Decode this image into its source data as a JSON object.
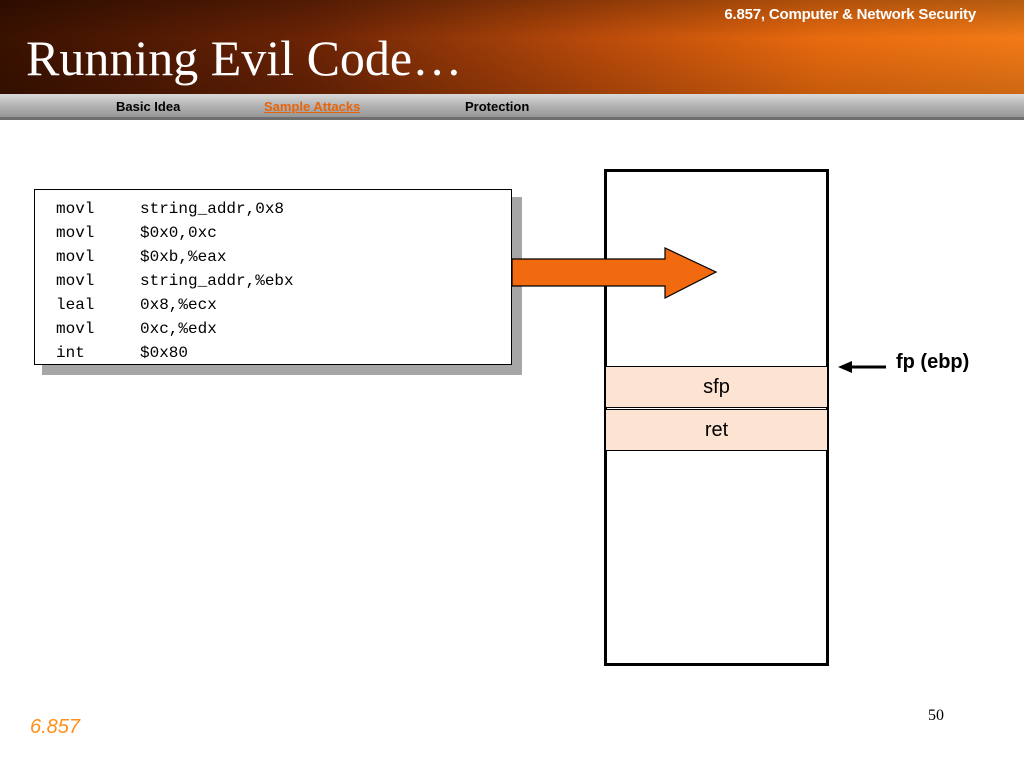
{
  "header": {
    "course": "6.857, Computer & Network Security",
    "title": "Running Evil Code…"
  },
  "nav": {
    "items": [
      {
        "label": "Basic Idea",
        "active": false
      },
      {
        "label": "Sample Attacks",
        "active": true
      },
      {
        "label": "Protection",
        "active": false
      }
    ]
  },
  "code": {
    "lines": [
      {
        "op": "movl",
        "args": "string_addr,0x8"
      },
      {
        "op": "movl",
        "args": "$0x0,0xc"
      },
      {
        "op": "movl",
        "args": "$0xb,%eax"
      },
      {
        "op": "movl",
        "args": "string_addr,%ebx"
      },
      {
        "op": "leal",
        "args": "0x8,%ecx"
      },
      {
        "op": "movl",
        "args": "0xc,%edx"
      },
      {
        "op": "int",
        "args": "$0x80"
      }
    ]
  },
  "stack": {
    "slots": [
      "sfp",
      "ret"
    ],
    "pointer_label": "fp (ebp)"
  },
  "footer": {
    "course_number": "6.857",
    "page_number": "50"
  },
  "colors": {
    "accent_orange": "#e8640c",
    "arrow_fill": "#f26a10",
    "slot_fill": "#fde3d2",
    "footer_text": "#ff8f1c"
  }
}
